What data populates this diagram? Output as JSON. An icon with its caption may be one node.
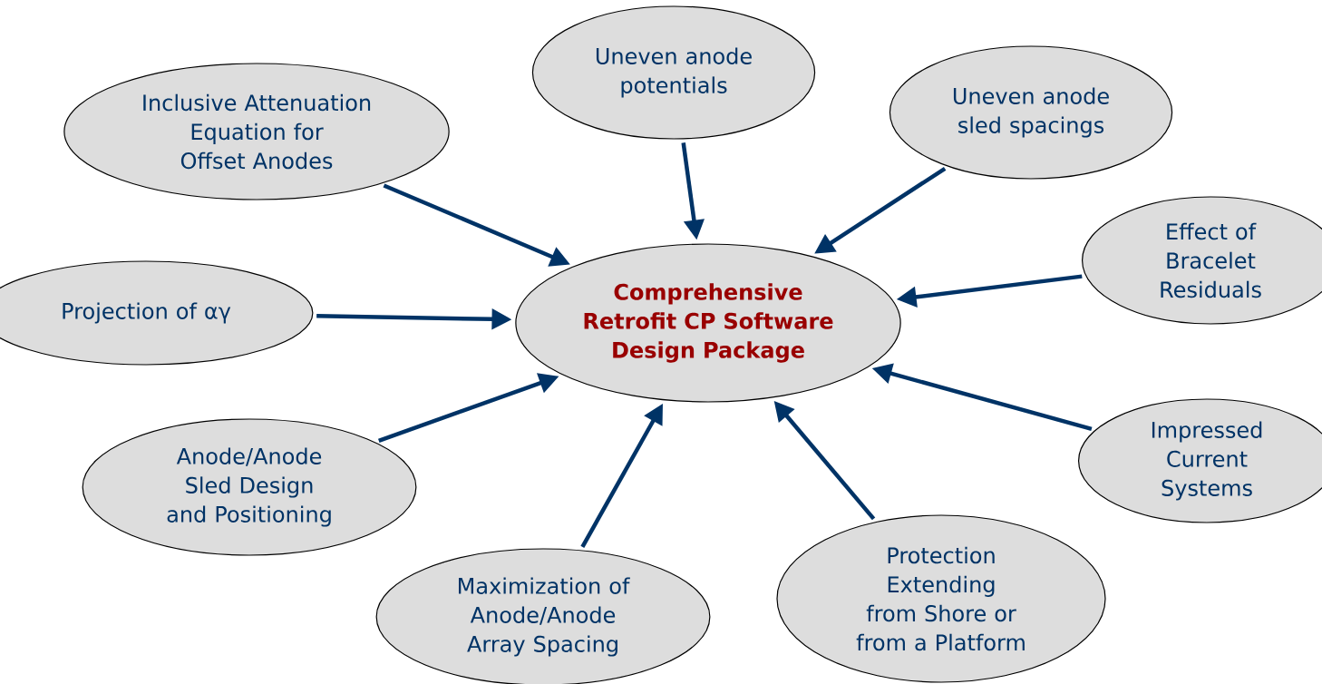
{
  "diagram": {
    "nodes": [
      {
        "text": [
          "Comprehensive Retrofit CP Software Design Package"
        ]
      },
      {
        "text": [
          "Inclusive Attenuation Equation for Offset Anodes"
        ]
      },
      {
        "text": [
          "Uneven anode potentials"
        ]
      },
      {
        "text": [
          "Uneven anode sled spacings"
        ]
      },
      {
        "text": [
          "Projection of αγ"
        ]
      },
      {
        "text": [
          "Effect of Bracelet Residuals"
        ]
      },
      {
        "text": [
          "Anode/Anode Sled Design and Positioning"
        ]
      },
      {
        "text": [
          "Impressed Current Systems"
        ]
      },
      {
        "text": [
          "Maximization of Anode/Anode Array Spacing"
        ]
      },
      {
        "text": [
          "Protection Extending from Shore or from a Platform"
        ]
      }
    ],
    "edges": [
      {
        "from": 1,
        "to": 0,
        "arrow": "to"
      },
      {
        "from": 2,
        "to": 0,
        "arrow": "to"
      },
      {
        "from": 3,
        "to": 0,
        "arrow": "to"
      },
      {
        "from": 4,
        "to": 0,
        "arrow": "to"
      },
      {
        "from": 5,
        "to": 0,
        "arrow": "to"
      },
      {
        "from": 6,
        "to": 0,
        "arrow": "to"
      },
      {
        "from": 7,
        "to": 0,
        "arrow": "to"
      },
      {
        "from": 8,
        "to": 0,
        "arrow": "to"
      },
      {
        "from": 9,
        "to": 0,
        "arrow": "to"
      }
    ]
  }
}
